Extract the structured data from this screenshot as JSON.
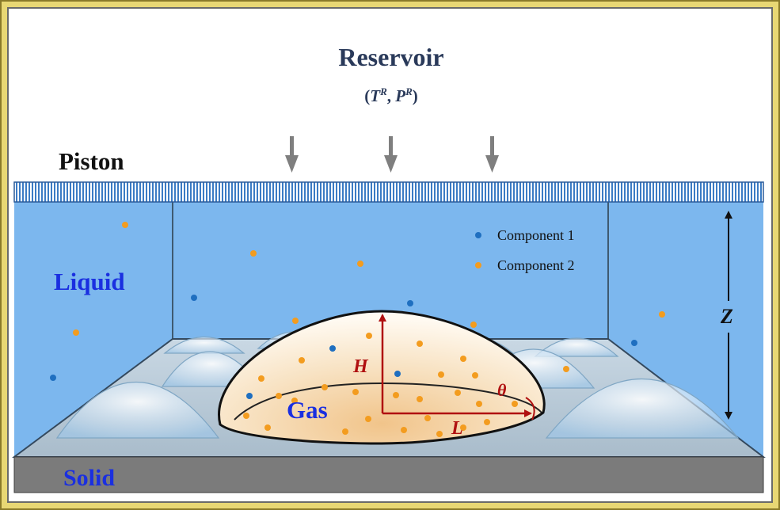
{
  "labels": {
    "reservoir": "Reservoir",
    "reservoir_state_T": "T",
    "reservoir_state_P": "P",
    "reservoir_state_sup": "R",
    "piston": "Piston",
    "liquid": "Liquid",
    "gas": "Gas",
    "solid": "Solid",
    "height": "H",
    "length": "L",
    "angle": "θ",
    "depth": "Z"
  },
  "legend": [
    {
      "label": "Component 1",
      "color": "#1f6fc0"
    },
    {
      "label": "Component 2",
      "color": "#f39c1f"
    }
  ],
  "colors": {
    "frame": "#d9c65a",
    "liquid": "#7cb7ee",
    "piston": "#3b7bc4",
    "solid": "#7b7b7b",
    "arrow_red": "#b01010",
    "label_blue": "#1a2fe0",
    "title_navy": "#2a3a5a"
  }
}
